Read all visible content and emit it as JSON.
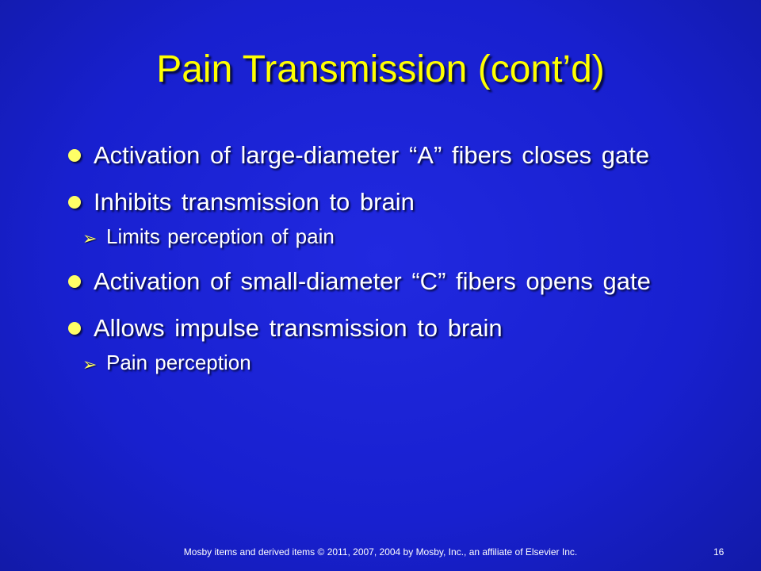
{
  "slide": {
    "title": "Pain Transmission (cont’d)",
    "bullets": [
      {
        "text": "Activation of large-diameter “A” fibers closes gate",
        "subs": []
      },
      {
        "text": "Inhibits transmission to brain",
        "subs": [
          "Limits perception of pain"
        ]
      },
      {
        "text": "Activation of small-diameter “C” fibers opens gate",
        "subs": []
      },
      {
        "text": "Allows impulse transmission to brain",
        "subs": [
          "Pain perception"
        ]
      }
    ],
    "footer": "Mosby items and derived items © 2011, 2007, 2004 by Mosby, Inc., an affiliate of Elsevier Inc.",
    "page_number": "16"
  },
  "icons": {
    "bullet": "yellow-dot-icon",
    "sub_bullet": "arrow-right-icon"
  },
  "colors": {
    "background": "#1820cf",
    "title": "#ffff00",
    "text": "#ffffff",
    "bullet": "#ffff66"
  }
}
